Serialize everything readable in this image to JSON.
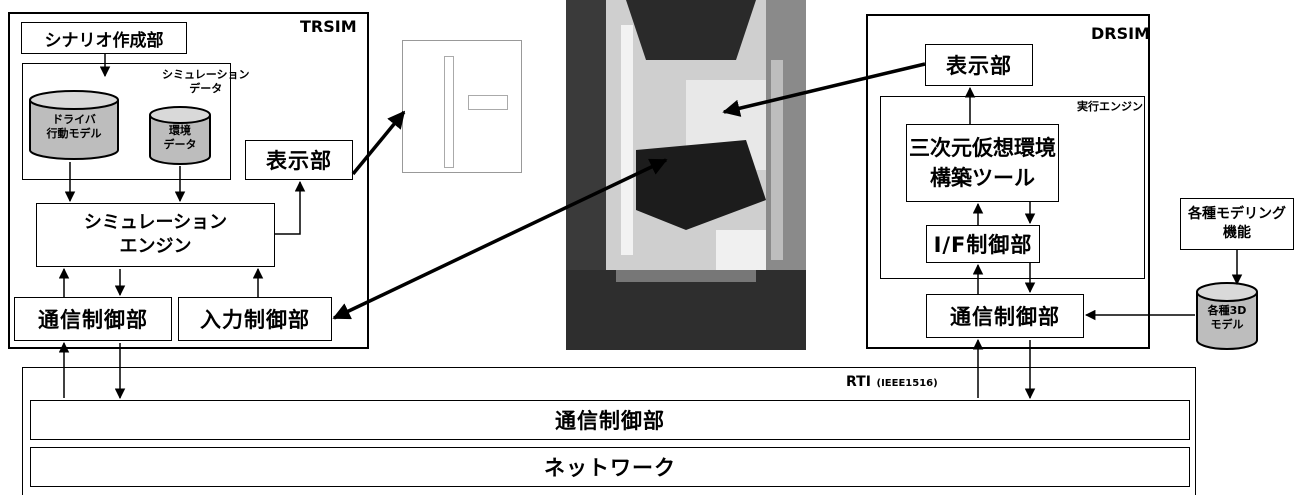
{
  "trsim": {
    "title": "TRSIM",
    "scenario": "シナリオ作成部",
    "sim_data_label": [
      "シミュレーション",
      "データ"
    ],
    "driver_model": [
      "ドライバ",
      "行動モデル"
    ],
    "env_data": [
      "環境",
      "データ"
    ],
    "display": "表示部",
    "engine": [
      "シミュレーション",
      "エンジン"
    ],
    "comm": "通信制御部",
    "input": "入力制御部"
  },
  "drsim": {
    "title": "DRSIM",
    "display": "表示部",
    "exec_engine": "実行エンジン",
    "vr_tool": [
      "三次元仮想環境",
      "構築ツール"
    ],
    "if_ctrl": "I/F制御部",
    "comm": "通信制御部"
  },
  "modeling": {
    "func": [
      "各種モデリング",
      "機能"
    ],
    "models": [
      "各種3D",
      "モデル"
    ]
  },
  "rti": {
    "label": "RTI",
    "sub": "(IEEE1516)",
    "comm": "通信制御部",
    "network": "ネットワーク"
  },
  "colors": {
    "line": "#000000",
    "photo_dark": "#2a2a2a",
    "photo_light": "#d9d9d9"
  }
}
